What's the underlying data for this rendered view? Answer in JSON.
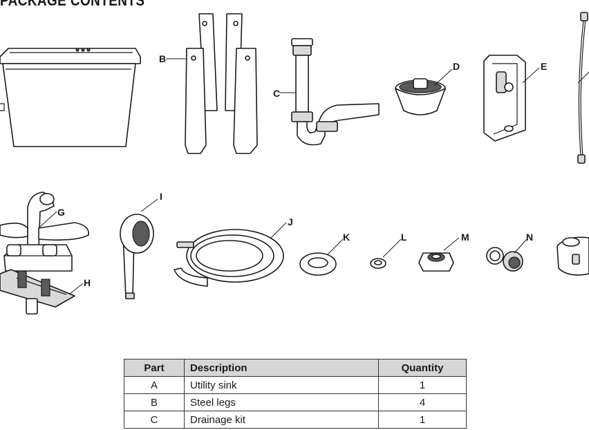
{
  "heading": "PACKAGE CONTENTS",
  "labels": {
    "B": "B",
    "C": "C",
    "D": "D",
    "E": "E",
    "G": "G",
    "H": "H",
    "I": "I",
    "J": "J",
    "K": "K",
    "L": "L",
    "M": "M",
    "N": "N"
  },
  "table": {
    "headers": {
      "part": "Part",
      "description": "Description",
      "quantity": "Quantity"
    },
    "rows": [
      {
        "part": "A",
        "description": "Utility sink",
        "quantity": "1"
      },
      {
        "part": "B",
        "description": "Steel legs",
        "quantity": "4"
      },
      {
        "part": "C",
        "description": "Drainage kit",
        "quantity": "1"
      }
    ]
  }
}
